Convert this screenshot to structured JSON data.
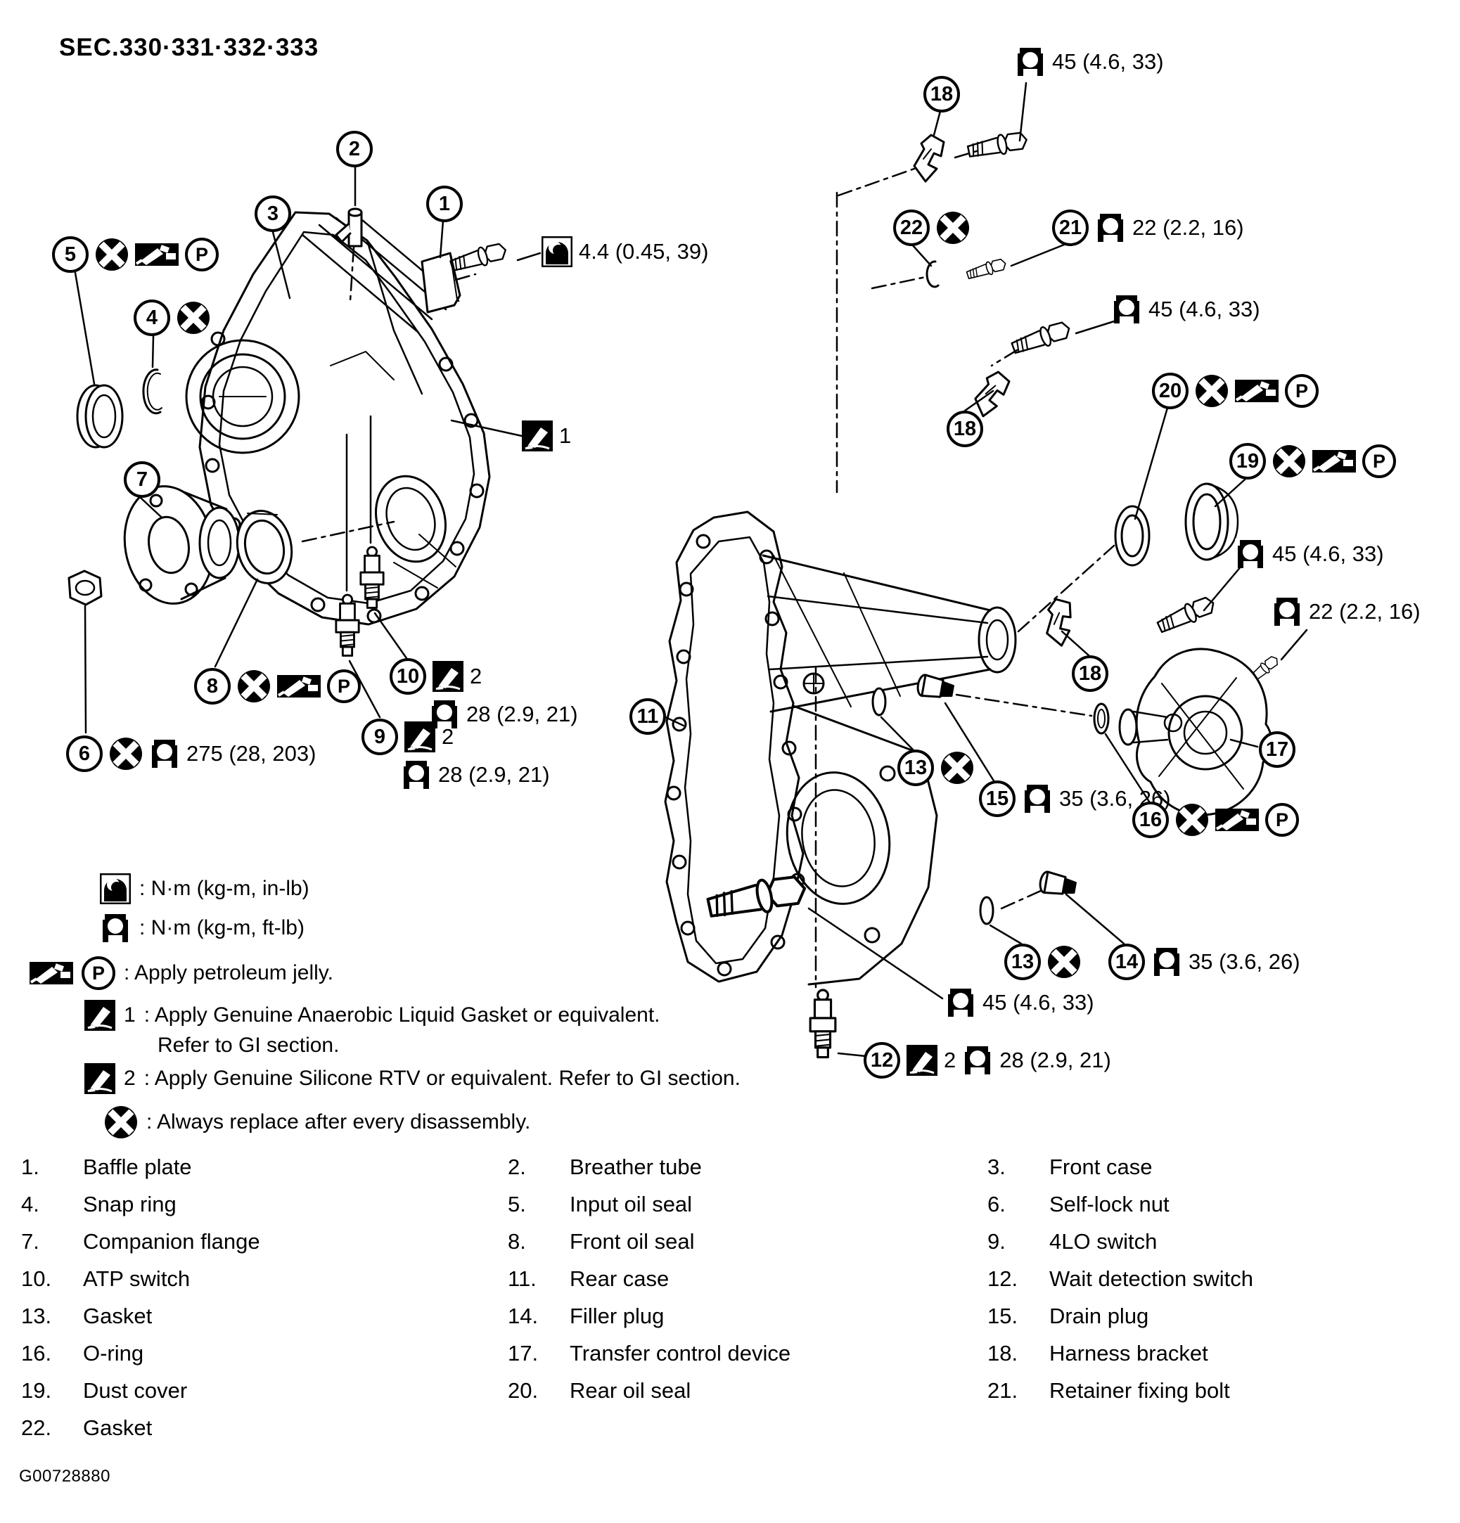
{
  "title": "SEC.330·331·332·333",
  "figure_code": "G00728880",
  "icons": {
    "p": "P"
  },
  "balloons": {
    "1": "1",
    "2": "2",
    "3": "3",
    "4": "4",
    "5": "5",
    "6": "6",
    "7": "7",
    "8": "8",
    "9": "9",
    "10": "10",
    "11": "11",
    "12": "12",
    "13": "13",
    "14": "14",
    "15": "15",
    "16": "16",
    "17": "17",
    "18": "18",
    "19": "19",
    "20": "20",
    "21": "21",
    "22": "22"
  },
  "torques": {
    "t45": "45 (4.6, 33)",
    "t44": "4.4 (0.45, 39)",
    "t22": "22 (2.2, 16)",
    "t275": "275 (28, 203)",
    "t28": "28 (2.9, 21)",
    "t35": "35 (3.6, 26)"
  },
  "sealant_marks": {
    "one": "1",
    "two": "2"
  },
  "legend": {
    "inlb": ": N·m (kg-m, in-lb)",
    "ftlb": ": N·m (kg-m, ft-lb)",
    "petroleum": ": Apply petroleum jelly.",
    "anaerobic": ": Apply Genuine Anaerobic Liquid Gasket or equivalent.",
    "anaerobic_line2": "Refer to GI section.",
    "silicone": ": Apply Genuine Silicone RTV  or equivalent. Refer to GI section.",
    "replace": ": Always replace after every disassembly."
  },
  "parts": [
    {
      "num": "1.",
      "name": "Baffle plate"
    },
    {
      "num": "2.",
      "name": "Breather tube"
    },
    {
      "num": "3.",
      "name": "Front case"
    },
    {
      "num": "4.",
      "name": "Snap ring"
    },
    {
      "num": "5.",
      "name": "Input oil seal"
    },
    {
      "num": "6.",
      "name": "Self-lock nut"
    },
    {
      "num": "7.",
      "name": "Companion flange"
    },
    {
      "num": "8.",
      "name": "Front oil seal"
    },
    {
      "num": "9.",
      "name": "4LO switch"
    },
    {
      "num": "10.",
      "name": "ATP switch"
    },
    {
      "num": "11.",
      "name": "Rear case"
    },
    {
      "num": "12.",
      "name": "Wait detection switch"
    },
    {
      "num": "13.",
      "name": "Gasket"
    },
    {
      "num": "14.",
      "name": "Filler plug"
    },
    {
      "num": "15.",
      "name": "Drain plug"
    },
    {
      "num": "16.",
      "name": "O-ring"
    },
    {
      "num": "17.",
      "name": "Transfer control device"
    },
    {
      "num": "18.",
      "name": "Harness bracket"
    },
    {
      "num": "19.",
      "name": "Dust cover"
    },
    {
      "num": "20.",
      "name": "Rear oil seal"
    },
    {
      "num": "21.",
      "name": "Retainer fixing bolt"
    },
    {
      "num": "22.",
      "name": "Gasket"
    }
  ]
}
